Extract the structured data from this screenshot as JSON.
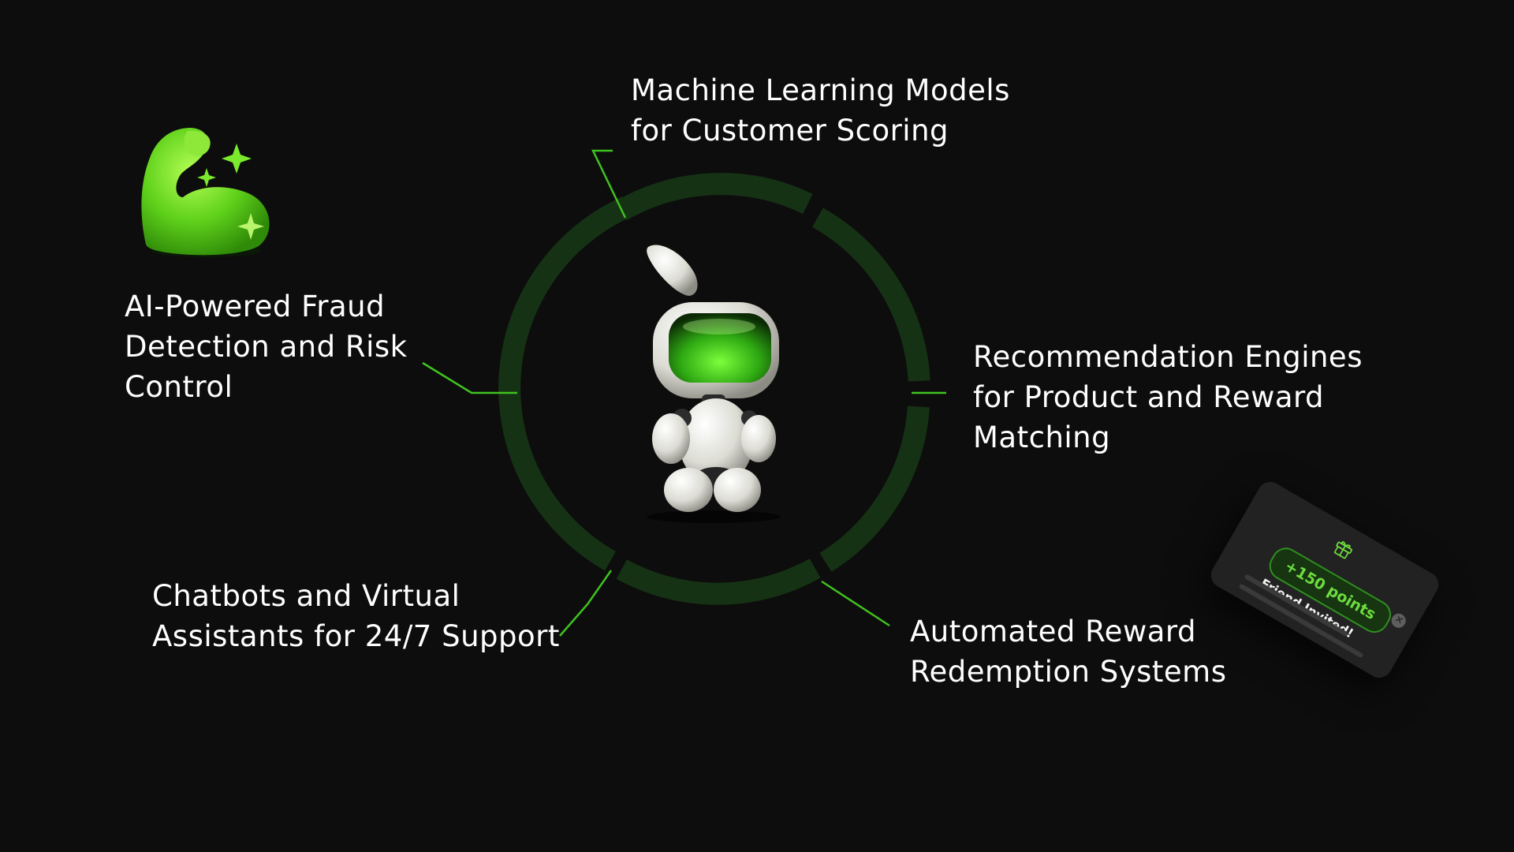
{
  "diagram": {
    "items": [
      {
        "id": "ml",
        "lines": [
          "Machine Learning Models",
          "for Customer Scoring"
        ]
      },
      {
        "id": "fraud",
        "lines": [
          "AI-Powered Fraud",
          "Detection and Risk",
          "Control"
        ]
      },
      {
        "id": "recommend",
        "lines": [
          "Recommendation Engines",
          "for Product and Reward",
          "Matching"
        ]
      },
      {
        "id": "chatbots",
        "lines": [
          "Chatbots and Virtual",
          "Assistants for 24/7 Support"
        ]
      },
      {
        "id": "reward",
        "lines": [
          "Automated Reward",
          "Redemption Systems"
        ]
      }
    ],
    "ring_color": "#163214",
    "connector_color": "#3fc21f",
    "center_icon": "robot-mascot-icon",
    "corner_icon": "flexed-biceps-icon"
  },
  "reward_card": {
    "points": "+150 points",
    "message": "Friend Invited!",
    "icon": "gift-icon",
    "accent": "#6ddc3f"
  }
}
